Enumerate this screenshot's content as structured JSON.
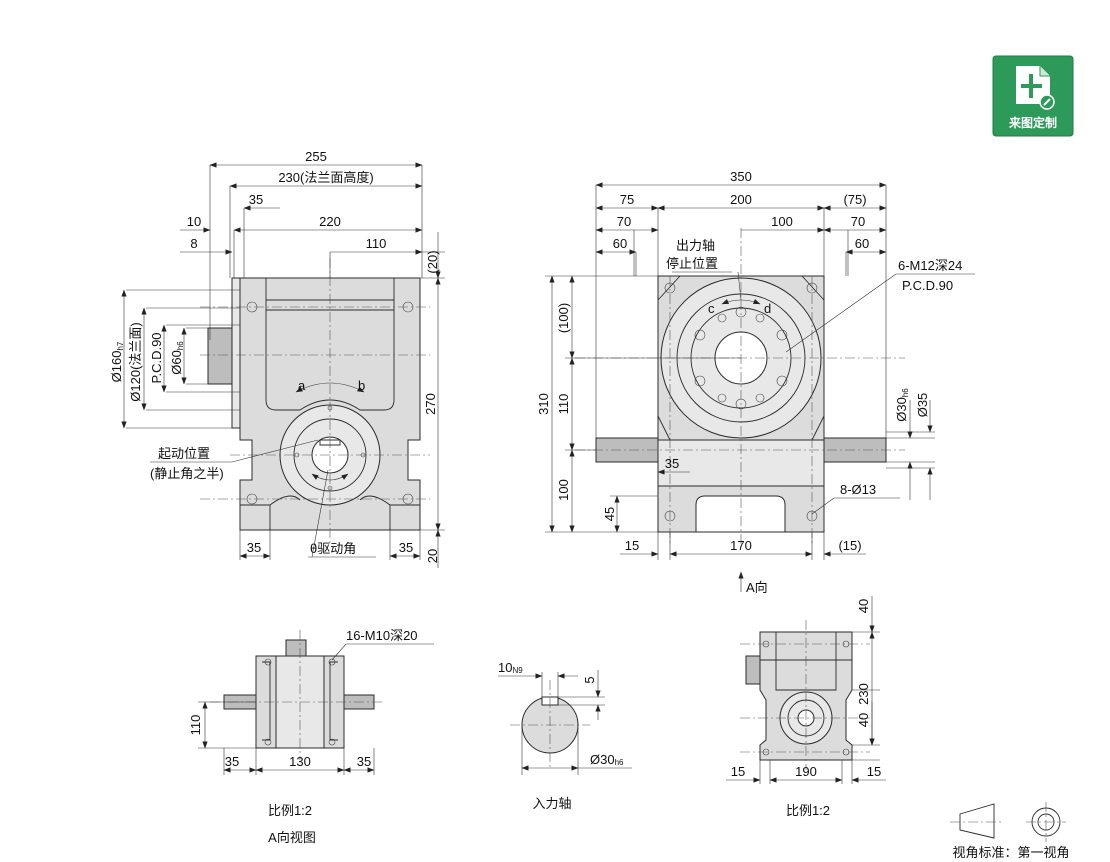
{
  "badge": {
    "label": "来图定制",
    "color": "#2e9a5a",
    "icon": "custom-drawing-icon"
  },
  "left_view": {
    "dims": {
      "d255": "255",
      "d230": "230(法兰面高度)",
      "d35": "35",
      "d10": "10",
      "d220": "220",
      "d8": "8",
      "d110": "110",
      "d20top": "(20)",
      "d270": "270",
      "d20bot": "20",
      "d35l": "35",
      "d35r": "35",
      "phi160": "Ø160",
      "phi160tol": "h7",
      "phi120": "Ø120(法兰面)",
      "pcd90": "P.C.D.90",
      "phi60": "Ø60",
      "phi60tol": "h6"
    },
    "labels": {
      "a": "a",
      "b": "b",
      "start1": "起动位置",
      "start2": "(静止角之半)",
      "theta": "θ驱动角"
    }
  },
  "right_view": {
    "dims": {
      "d350": "350",
      "d75": "75",
      "d200": "200",
      "d75p": "(75)",
      "d70l": "70",
      "d100": "100",
      "d70r": "70",
      "d60l": "60",
      "d60r": "60",
      "d100v": "(100)",
      "d310": "310",
      "d110": "110",
      "d100b": "100",
      "d45": "45",
      "d35": "35",
      "d15": "15",
      "d170": "170",
      "d15p": "(15)",
      "phi30": "Ø30",
      "phi30tol": "h6",
      "phi35": "Ø35"
    },
    "labels": {
      "out1": "出力轴",
      "out2": "停止位置",
      "c": "c",
      "d": "d",
      "holes1": "6-M12深24",
      "holes2": "P.C.D.90",
      "base_holes": "8-Ø13",
      "arrow": "A向"
    }
  },
  "view_a": {
    "callout": "16-M10深20",
    "dims": {
      "d110": "110",
      "d35l": "35",
      "d130": "130",
      "d35r": "35"
    },
    "caption1": "比例1:2",
    "caption2": "A向视图"
  },
  "shaft": {
    "dims": {
      "d10": "10",
      "d10tol": "N9",
      "d5": "5",
      "phi30": "Ø30",
      "phi30tol": "h6"
    },
    "caption": "入力轴"
  },
  "small_view": {
    "dims": {
      "d40t": "40",
      "d230": "230",
      "d40b": "40",
      "d15l": "15",
      "d190": "190",
      "d15r": "15"
    },
    "caption": "比例1:2"
  },
  "projection": {
    "label": "视角标准：第一视角"
  }
}
